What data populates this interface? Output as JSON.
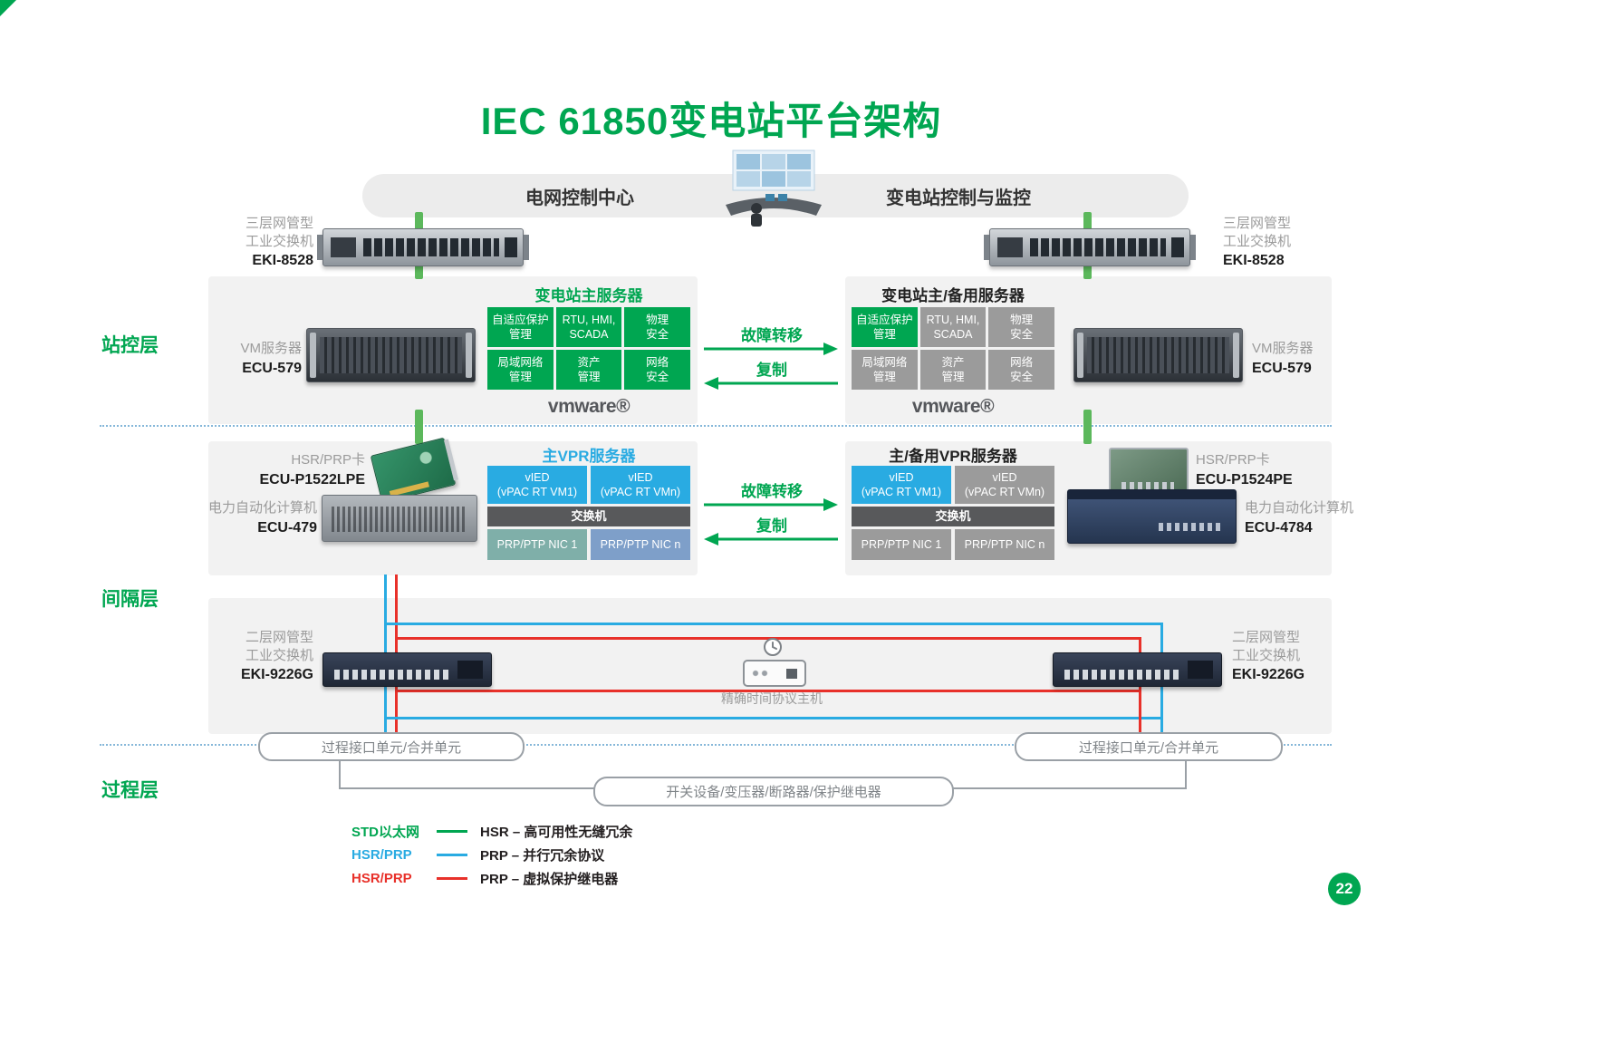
{
  "title": "IEC 61850变电站平台架构",
  "page_number": "22",
  "colors": {
    "brand_green": "#00A651",
    "connector_green": "#5CB85C",
    "line_blue": "#29ABE2",
    "line_red": "#E8312A",
    "cell_green": "#00A651",
    "cell_gray": "#9B9B9B",
    "cell_dark": "#58595B",
    "cell_teal": "#7FAFA9",
    "cell_steel": "#7E9FC9",
    "band_bg": "#F2F2F2",
    "banner_bg": "#ECECEC",
    "muted_text": "#9B9B9B"
  },
  "banner": {
    "left": "电网控制中心",
    "right": "变电站控制与监控"
  },
  "layers": {
    "station": "站控层",
    "bay": "间隔层",
    "process": "过程层"
  },
  "l3_left": {
    "line1": "三层网管型",
    "line2": "工业交换机",
    "model": "EKI-8528"
  },
  "l3_right": {
    "line1": "三层网管型",
    "line2": "工业交换机",
    "model": "EKI-8528"
  },
  "station": {
    "left_server_type": "VM服务器",
    "left_server_model": "ECU-579",
    "right_server_type": "VM服务器",
    "right_server_model": "ECU-579",
    "failover": "故障转移",
    "replicate": "复制",
    "primary": {
      "title": "变电站主服务器",
      "cells": [
        "自适应保护\n管理",
        "RTU, HMI,\nSCADA",
        "物理\n安全",
        "局域网络\n管理",
        "资产\n管理",
        "网络\n安全"
      ],
      "brand": "vmware®"
    },
    "backup": {
      "title": "变电站主/备用服务器",
      "cells": [
        "自适应保护\n管理",
        "RTU, HMI,\nSCADA",
        "物理\n安全",
        "局域网络\n管理",
        "资产\n管理",
        "网络\n安全"
      ],
      "brand": "vmware®"
    }
  },
  "vpr": {
    "failover": "故障转移",
    "replicate": "复制",
    "left_card_type": "HSR/PRP卡",
    "left_card_model": "ECU-P1522LPE",
    "left_pc_type": "电力自动化计算机",
    "left_pc_model": "ECU-479",
    "right_card_type": "HSR/PRP卡",
    "right_card_model": "ECU-P1524PE",
    "right_pc_type": "电力自动化计算机",
    "right_pc_model": "ECU-4784",
    "primary": {
      "title": "主VPR服务器",
      "vied1": "vIED\n(vPAC RT VM1)",
      "viedn": "vIED\n(vPAC RT VMn)",
      "switch": "交换机",
      "nic1": "PRP/PTP NIC 1",
      "nicn": "PRP/PTP NIC n"
    },
    "backup": {
      "title": "主/备用VPR服务器",
      "vied1": "vIED\n(vPAC RT VM1)",
      "viedn": "vIED\n(vPAC RT VMn)",
      "switch": "交换机",
      "nic1": "PRP/PTP NIC 1",
      "nicn": "PRP/PTP NIC n"
    }
  },
  "bay": {
    "l2_left": {
      "line1": "二层网管型",
      "line2": "工业交换机",
      "model": "EKI-9226G"
    },
    "l2_right": {
      "line1": "二层网管型",
      "line2": "工业交换机",
      "model": "EKI-9226G"
    },
    "ptp_host": "精确时间协议主机"
  },
  "process": {
    "left_unit": "过程接口单元/合并单元",
    "right_unit": "过程接口单元/合并单元",
    "equipment": "开关设备/变压器/断路器/保护继电器"
  },
  "legend": {
    "rows": [
      {
        "name": "STD以太网",
        "desc": "HSR – 高可用性无缝冗余"
      },
      {
        "name": "HSR/PRP",
        "desc": "PRP – 并行冗余协议"
      },
      {
        "name": "HSR/PRP",
        "desc": "PRP – 虚拟保护继电器"
      }
    ]
  }
}
